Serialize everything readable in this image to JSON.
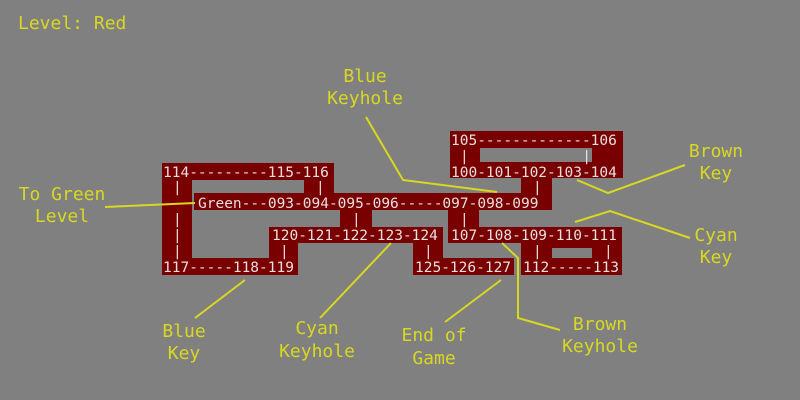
{
  "level_label": "Level: Red",
  "colors": {
    "background": "#808080",
    "room_block": "#780000",
    "room_text": "#eadede",
    "labels": "#d8d820"
  },
  "map_rows": {
    "r1": "105-------------106",
    "r2": "|             |",
    "r3a": "114---------115-116",
    "r3b": "100-101-102-103-104",
    "r4a": "|",
    "r4b": "|",
    "r4c": "|",
    "r5": "Green---093-094-095-096-----097-098-099",
    "r6a": "|",
    "r6b": "|",
    "r6c": "|",
    "r7a": "120-121-122-123-124",
    "r7b": "107-108-109-110-111",
    "r8a": "|",
    "r8b": "|",
    "r8c": "|",
    "r8d": "|",
    "r8e": "|",
    "r8f": "|",
    "r9a": "117-----118-119",
    "r9b": "125-126-127",
    "r9c": "112-----113"
  },
  "annotations": {
    "blue_keyhole": [
      "Blue",
      "Keyhole"
    ],
    "brown_key": [
      "Brown",
      "Key"
    ],
    "to_green": [
      "To Green",
      "Level"
    ],
    "cyan_key": [
      "Cyan",
      "Key"
    ],
    "blue_key": [
      "Blue",
      "Key"
    ],
    "cyan_keyhole": [
      "Cyan",
      "Keyhole"
    ],
    "end_of_game": [
      "End of",
      "Game"
    ],
    "brown_keyhole": [
      "Brown",
      "Keyhole"
    ]
  }
}
